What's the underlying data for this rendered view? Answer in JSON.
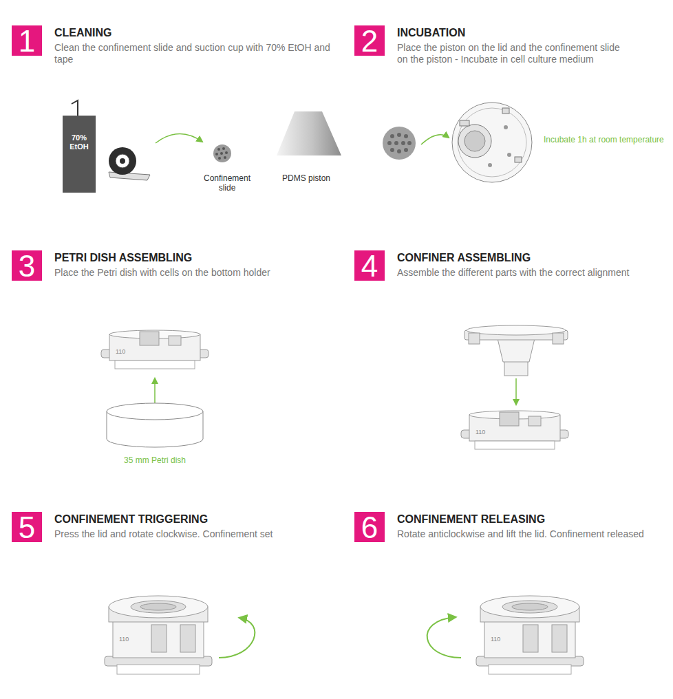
{
  "diagram": {
    "nodes": [
      {
        "text": [
          "1",
          "CLEANING",
          "Clean the confinement slide and suction cup with 70% EtOH and tape"
        ]
      },
      {
        "text": [
          "70% EtOH"
        ]
      },
      {
        "text": [
          "2",
          "INCUBATION",
          "Place the piston on the lid and the confinement slide on the piston - Incubate in cell culture medium"
        ]
      },
      {
        "text": [
          "3",
          "PETRI DISH ASSEMBLING",
          "Place the Petri dish with cells on the bottom holder"
        ]
      },
      {
        "text": [
          "4",
          "CONFINER ASSEMBLING",
          "Assemble the different parts with the correct alignment"
        ]
      },
      {
        "text": [
          "5",
          "CONFINEMENT TRIGGERING",
          "Press the lid and rotate clockwise. Confinement set"
        ]
      },
      {
        "text": [
          "6",
          "CONFINEMENT RELEASING",
          "Rotate anticlockwise and lift the lid. Confinement released"
        ]
      }
    ],
    "labels": [
      "Confinement slide",
      "PDMS piston",
      "Incubate 1h at room temperature",
      "110",
      "35 mm Petri dish",
      "110",
      "110",
      "110"
    ]
  }
}
